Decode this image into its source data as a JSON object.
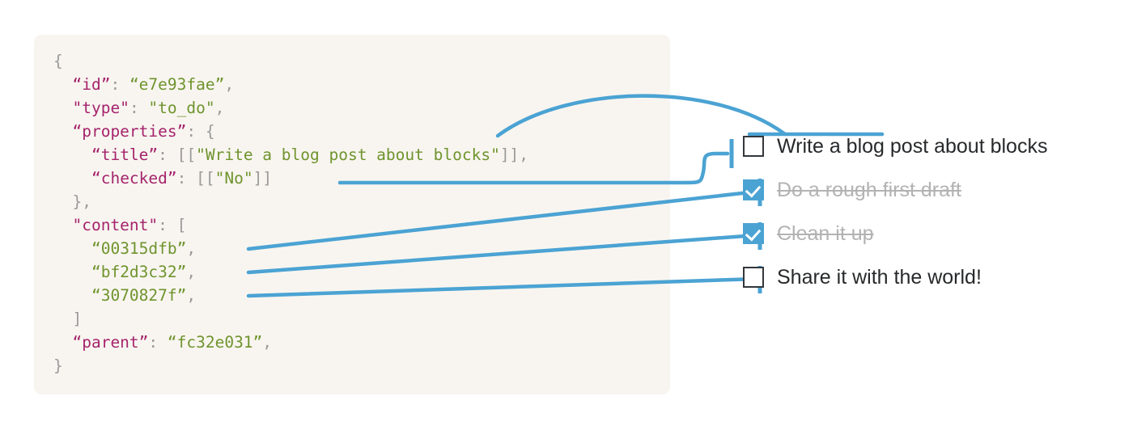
{
  "theme": {
    "page_background": "#ffffff",
    "code_card_background": "#f8f5f0",
    "connector_blue": "#4ba3d3",
    "json_key_color": "#a5246c",
    "json_string_color": "#6f942e",
    "json_punct_color": "#9a9a9a",
    "checkbox_border_color": "#33373b",
    "checked_fill_color": "#4ba3d3",
    "done_text_color": "#b3b3b3",
    "todo_text_color": "#27292b"
  },
  "code_block": {
    "language": "json",
    "lines": [
      {
        "indent": 0,
        "tokens": [
          {
            "t": "{",
            "c": "p"
          }
        ]
      },
      {
        "indent": 1,
        "tokens": [
          {
            "t": "“id”",
            "c": "k"
          },
          {
            "t": ": ",
            "c": "p"
          },
          {
            "t": "“e7e93fae”",
            "c": "s"
          },
          {
            "t": ",",
            "c": "p"
          }
        ]
      },
      {
        "indent": 1,
        "tokens": [
          {
            "t": "\"type\"",
            "c": "k"
          },
          {
            "t": ": ",
            "c": "p"
          },
          {
            "t": "\"to_do\"",
            "c": "s"
          },
          {
            "t": ",",
            "c": "p"
          }
        ]
      },
      {
        "indent": 1,
        "tokens": [
          {
            "t": "“properties”",
            "c": "k"
          },
          {
            "t": ": {",
            "c": "p"
          }
        ]
      },
      {
        "indent": 2,
        "tokens": [
          {
            "t": "“title”",
            "c": "k"
          },
          {
            "t": ": [[",
            "c": "p"
          },
          {
            "t": "\"Write a blog post about blocks\"",
            "c": "s"
          },
          {
            "t": "]],",
            "c": "p"
          }
        ]
      },
      {
        "indent": 2,
        "tokens": [
          {
            "t": "“checked”",
            "c": "k"
          },
          {
            "t": ": [[",
            "c": "p"
          },
          {
            "t": "\"No\"",
            "c": "s"
          },
          {
            "t": "]]",
            "c": "p"
          }
        ]
      },
      {
        "indent": 1,
        "tokens": [
          {
            "t": "},",
            "c": "p"
          }
        ]
      },
      {
        "indent": 1,
        "tokens": [
          {
            "t": "\"content\"",
            "c": "k"
          },
          {
            "t": ": [",
            "c": "p"
          }
        ]
      },
      {
        "indent": 2,
        "tokens": [
          {
            "t": "“00315dfb”",
            "c": "s"
          },
          {
            "t": ",",
            "c": "p"
          }
        ]
      },
      {
        "indent": 2,
        "tokens": [
          {
            "t": "“bf2d3c32”",
            "c": "s"
          },
          {
            "t": ",",
            "c": "p"
          }
        ]
      },
      {
        "indent": 2,
        "tokens": [
          {
            "t": "“3070827f”",
            "c": "s"
          },
          {
            "t": ",",
            "c": "p"
          }
        ]
      },
      {
        "indent": 1,
        "tokens": [
          {
            "t": "]",
            "c": "p"
          }
        ]
      },
      {
        "indent": 1,
        "tokens": [
          {
            "t": "“parent”",
            "c": "k"
          },
          {
            "t": ": ",
            "c": "p"
          },
          {
            "t": "“fc32e031”",
            "c": "s"
          },
          {
            "t": ",",
            "c": "p"
          }
        ]
      },
      {
        "indent": 0,
        "tokens": [
          {
            "t": "}",
            "c": "p"
          }
        ]
      }
    ]
  },
  "todo_list": {
    "items": [
      {
        "label": "Write a blog post about blocks",
        "checked": false
      },
      {
        "label": "Do a rough first draft",
        "checked": true
      },
      {
        "label": "Clean it up",
        "checked": true
      },
      {
        "label": "Share it with the world!",
        "checked": false
      }
    ]
  },
  "connectors": [
    {
      "name": "title-to-item-0",
      "from": "json-title-value",
      "to": "todo-item-0-text",
      "style": "arc"
    },
    {
      "name": "checked-to-item-0-checkbox",
      "from": "json-checked-value",
      "to": "todo-item-0-checkbox",
      "style": "s-curve"
    },
    {
      "name": "content-0-to-item-1",
      "from": "json-content-0",
      "to": "todo-item-1-checkbox",
      "style": "straight"
    },
    {
      "name": "content-1-to-item-2",
      "from": "json-content-1",
      "to": "todo-item-2-checkbox",
      "style": "straight"
    },
    {
      "name": "content-2-to-item-3",
      "from": "json-content-2",
      "to": "todo-item-3-checkbox",
      "style": "straight"
    }
  ]
}
